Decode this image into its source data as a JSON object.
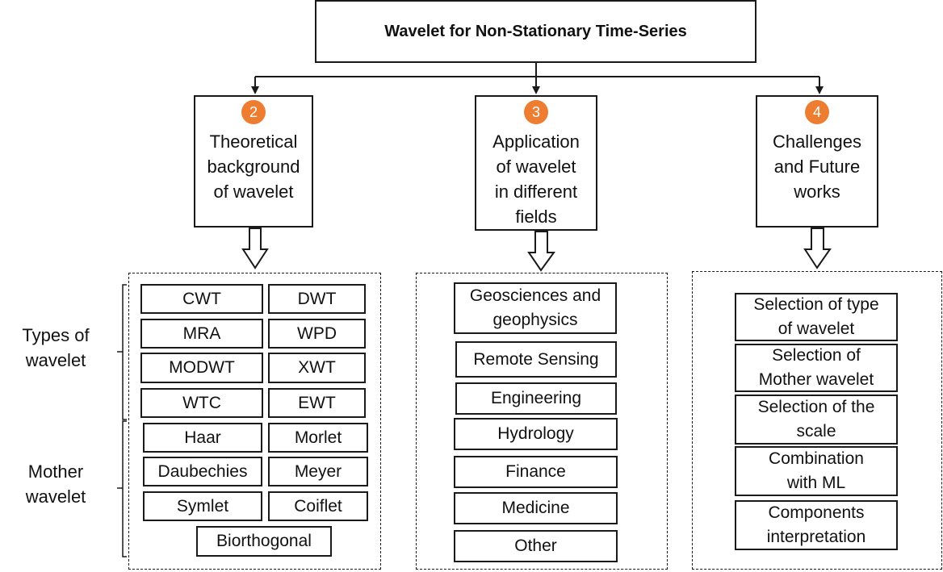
{
  "title": "Wavelet for Non-Stationary Time-Series",
  "sections": [
    {
      "number": "2",
      "label": "Theoretical\nbackground\nof wavelet"
    },
    {
      "number": "3",
      "label": "Application\nof wavelet\nin different\nfields"
    },
    {
      "number": "4",
      "label": "Challenges\nand Future\nworks"
    }
  ],
  "side_labels": {
    "types": "Types of\nwavelet",
    "mother": "Mother\nwavelet"
  },
  "theory": {
    "types": [
      "CWT",
      "DWT",
      "MRA",
      "WPD",
      "MODWT",
      "XWT",
      "WTC",
      "EWT"
    ],
    "mother": [
      "Haar",
      "Morlet",
      "Daubechies",
      "Meyer",
      "Symlet",
      "Coiflet",
      "Biorthogonal"
    ]
  },
  "applications": [
    "Geosciences and\ngeophysics",
    "Remote Sensing",
    "Engineering",
    "Hydrology",
    "Finance",
    "Medicine",
    "Other"
  ],
  "challenges": [
    "Selection of type\nof wavelet",
    "Selection of\nMother wavelet",
    "Selection of the\nscale",
    "Combination\nwith ML",
    "Components\ninterpretation"
  ],
  "colors": {
    "badge": "#ED7D31",
    "line": "#1a1a1a"
  }
}
